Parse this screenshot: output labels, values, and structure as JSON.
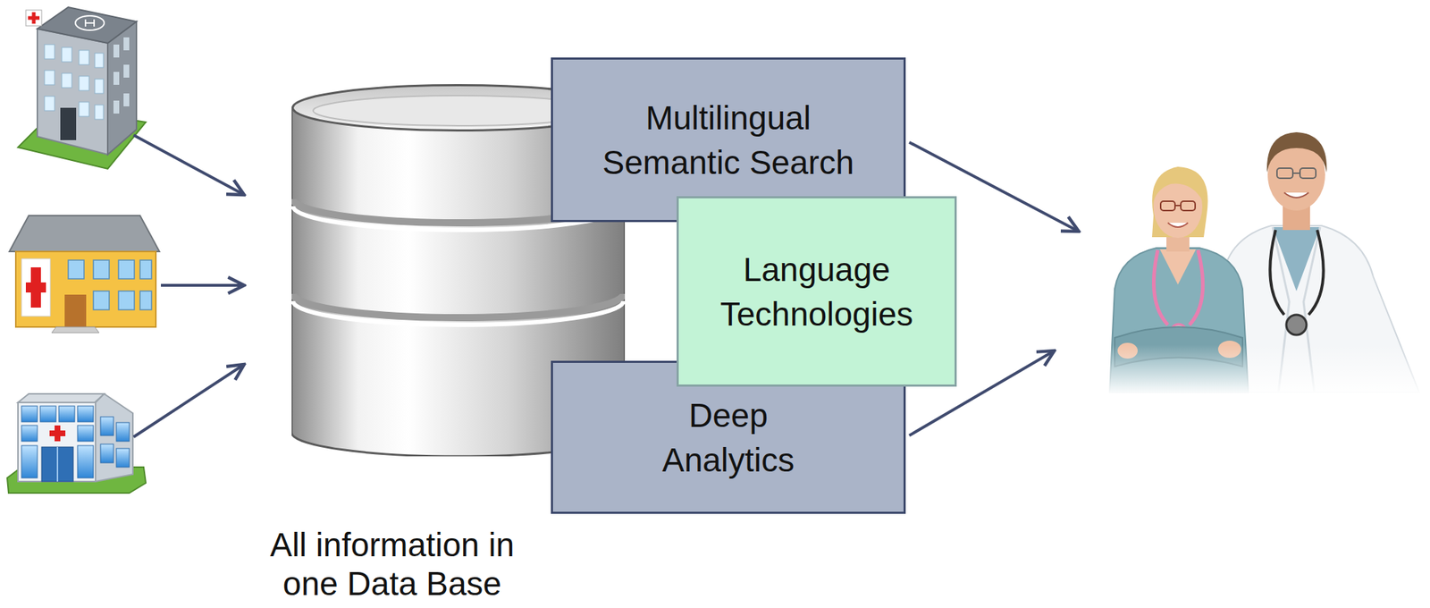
{
  "diagram": {
    "nodes": [
      {
        "text": [
          "All information in one Data Base"
        ]
      },
      {
        "text": [
          "Multilingual Semantic Search"
        ]
      },
      {
        "text": [
          "Language Technologies"
        ]
      },
      {
        "text": [
          "Deep Analytics"
        ]
      }
    ]
  }
}
